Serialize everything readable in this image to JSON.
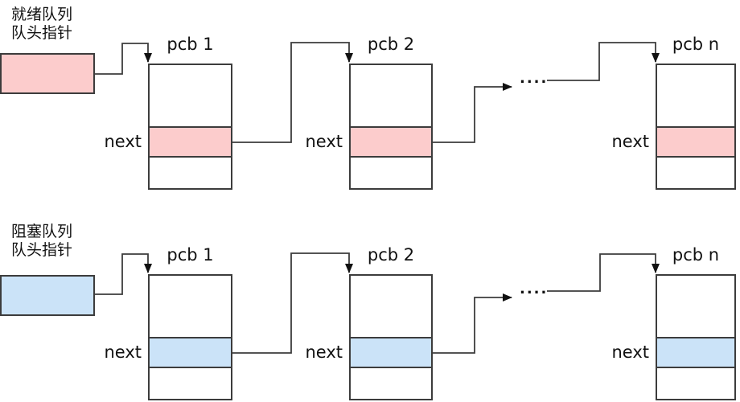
{
  "diagram": {
    "queues": [
      {
        "name": "ready-queue",
        "title_line1": "就绪队列",
        "title_line2": "队头指针",
        "highlight_color": "#fccccc",
        "ellipsis": "....",
        "nodes": [
          {
            "label": "pcb 1",
            "field_label": "next"
          },
          {
            "label": "pcb 2",
            "field_label": "next"
          },
          {
            "label": "pcb n",
            "field_label": "next"
          }
        ]
      },
      {
        "name": "blocked-queue",
        "title_line1": "阻塞队列",
        "title_line2": "队头指针",
        "highlight_color": "#cbe3f8",
        "ellipsis": "....",
        "nodes": [
          {
            "label": "pcb 1",
            "field_label": "next"
          },
          {
            "label": "pcb 2",
            "field_label": "next"
          },
          {
            "label": "pcb n",
            "field_label": "next"
          }
        ]
      }
    ]
  },
  "colors": {
    "ready_highlight": "#fccccc",
    "blocked_highlight": "#cbe3f8",
    "line": "#3c3c3c",
    "arrow": "#111111",
    "background": "#ffffff",
    "text": "#111111"
  }
}
